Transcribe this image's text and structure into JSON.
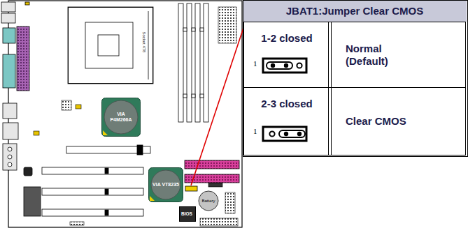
{
  "diagram": {
    "nodes": [
      {
        "text": [
          "Socket 478"
        ]
      },
      {
        "text": [
          "VIA P4M266A"
        ]
      },
      {
        "text": [
          "VIA VT8235"
        ]
      },
      {
        "text": [
          "Battery"
        ]
      },
      {
        "text": [
          "BIOS"
        ]
      },
      {
        "text": [
          "JBAT1:Jumper Clear CMOS"
        ]
      },
      {
        "text": [
          "1-2 closed",
          "1"
        ],
        "in": 5
      },
      {
        "text": [
          "Normal (Default)"
        ],
        "in": 5
      },
      {
        "text": [
          "2-3 closed",
          "1"
        ],
        "in": 5
      },
      {
        "text": [
          "Clear CMOS"
        ],
        "in": 5
      }
    ]
  }
}
